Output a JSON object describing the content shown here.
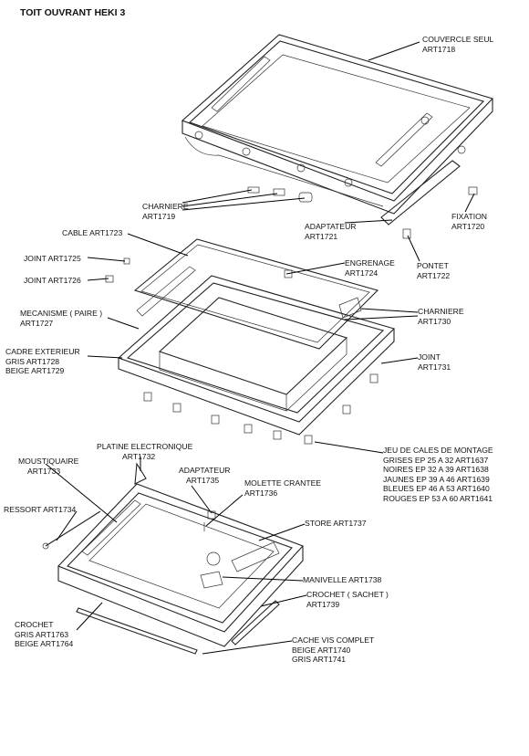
{
  "title": "TOIT OUVRANT HEKI 3",
  "labels": {
    "couvercle": [
      "COUVERCLE SEUL",
      "ART1718"
    ],
    "fixation": [
      "FIXATION",
      "ART1720"
    ],
    "charniere_top": [
      "CHARNIERE",
      "ART1719"
    ],
    "adaptateur_top": [
      "ADAPTATEUR",
      "ART1721"
    ],
    "pontet": [
      "PONTET",
      "ART1722"
    ],
    "cable": [
      "CABLE ART1723"
    ],
    "joint1725": [
      "JOINT   ART1725"
    ],
    "engrenage": [
      "ENGRENAGE",
      "ART1724"
    ],
    "joint1726": [
      "JOINT ART1726"
    ],
    "charniere_right": [
      "CHARNIERE",
      "ART1730"
    ],
    "mecanisme": [
      "MECANISME ( PAIRE )",
      "ART1727"
    ],
    "cadre": [
      "CADRE EXTERIEUR",
      "GRIS ART1728",
      "BEIGE ART1729"
    ],
    "joint1731": [
      "JOINT",
      "ART1731"
    ],
    "cales": [
      "JEU DE CALES DE MONTAGE",
      "GRISES EP 25 A 32 ART1637",
      "NOIRES EP 32 A 39 ART1638",
      "JAUNES EP 39 A 46 ART1639",
      "BLEUES EP 46 A 53 ART1640",
      "ROUGES EP 53 A 60 ART1641"
    ],
    "moustiquaire": [
      "MOUSTIQUAIRE",
      "ART1733"
    ],
    "platine": [
      "PLATINE ELECTRONIQUE",
      "ART1732"
    ],
    "adaptateur_mid": [
      "ADAPTATEUR",
      "ART1735"
    ],
    "molette": [
      "MOLETTE CRANTEE",
      "ART1736"
    ],
    "ressort": [
      "RESSORT ART1734"
    ],
    "store": [
      "STORE ART1737"
    ],
    "manivelle": [
      "MANIVELLE ART1738"
    ],
    "crochet_sachet": [
      "CROCHET ( SACHET )",
      "ART1739"
    ],
    "crochet": [
      "CROCHET",
      "GRIS ART1763",
      "BEIGE ART1764"
    ],
    "cache_vis": [
      "CACHE VIS COMPLET",
      "BEIGE ART1740",
      "GRIS ART1741"
    ]
  }
}
